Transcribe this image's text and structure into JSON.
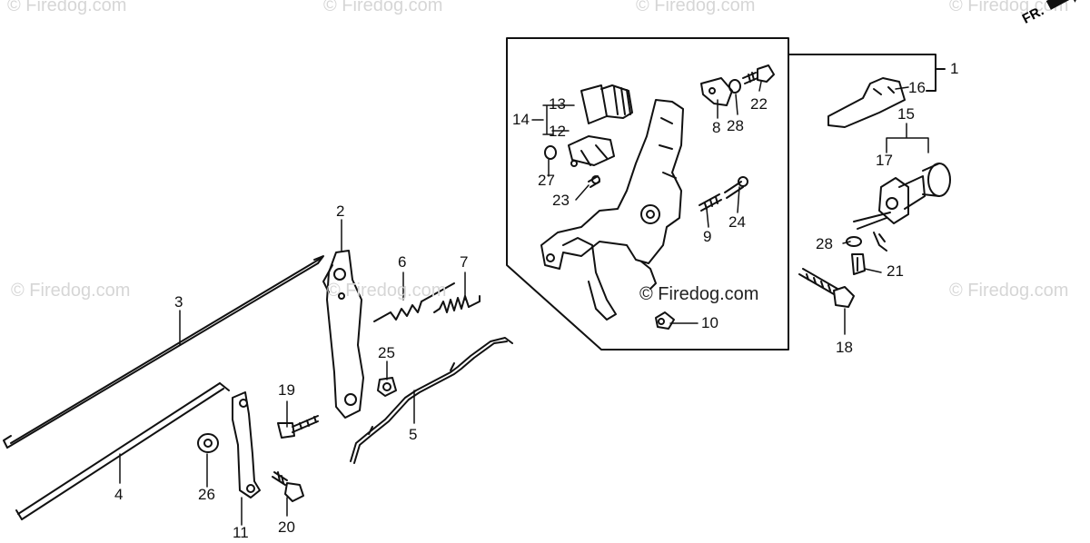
{
  "watermarks": [
    "© Firedog.com",
    "© Firedog.com",
    "© Firedog.com",
    "© Firedog.com",
    "© Firedog.com",
    "© Firedog.com",
    "© Firedog.com"
  ],
  "main_watermark": "© Firedog.com",
  "orientation_mark": "FR.",
  "callouts": {
    "c1": "1",
    "c2": "2",
    "c3": "3",
    "c4": "4",
    "c5": "5",
    "c6": "6",
    "c7": "7",
    "c8": "8",
    "c9": "9",
    "c10": "10",
    "c11": "11",
    "c12": "12",
    "c13": "13",
    "c14": "14",
    "c15": "15",
    "c16": "16",
    "c17": "17",
    "c18": "18",
    "c19": "19",
    "c20": "20",
    "c21": "21",
    "c22": "22",
    "c23": "23",
    "c24": "24",
    "c25": "25",
    "c26": "26",
    "c27": "27",
    "c28a": "28",
    "c28b": "28"
  },
  "colors": {
    "ink": "#111111",
    "watermark": "#d6d6d6",
    "paper": "#ffffff"
  }
}
